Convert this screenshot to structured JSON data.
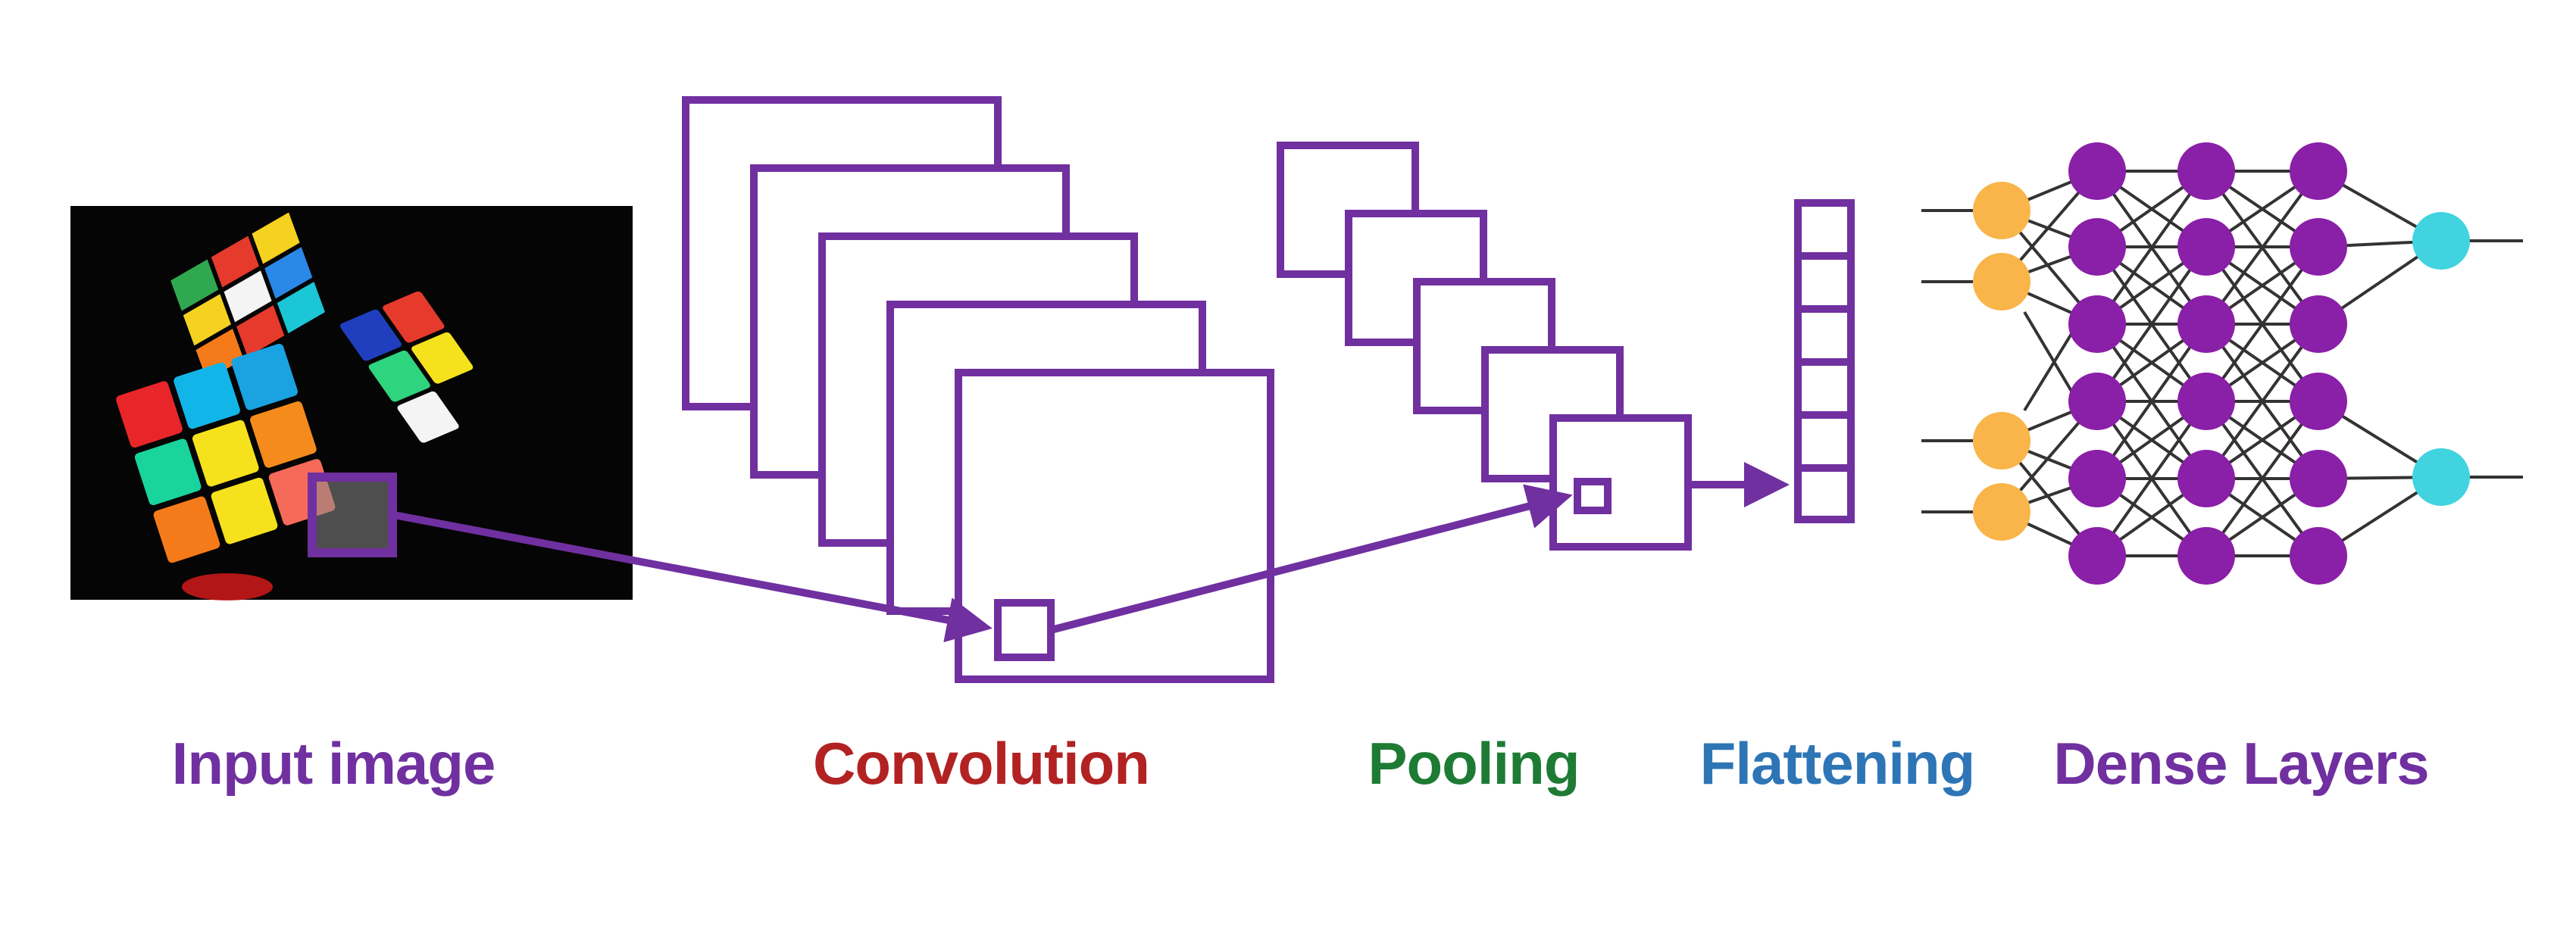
{
  "labels": {
    "input": "Input image",
    "convolution": "Convolution",
    "pooling": "Pooling",
    "flattening": "Flattening",
    "dense": "Dense Layers"
  },
  "colors": {
    "frame_purple": "#7030A0",
    "input_label": "#7030A0",
    "convolution_label": "#B22222",
    "pooling_label": "#1E7B34",
    "flattening_label": "#2E75B6",
    "dense_label": "#7030A0",
    "input_node": "#F9B54A",
    "hidden_node": "#8A1FA8",
    "output_node": "#41D3E0",
    "edge": "#333333"
  },
  "network": {
    "input_nodes": 4,
    "hidden_layers": 3,
    "hidden_nodes_per_layer": 6,
    "output_nodes": 2
  },
  "flatten_cells": 6,
  "conv_maps": 5,
  "pool_maps": 5
}
